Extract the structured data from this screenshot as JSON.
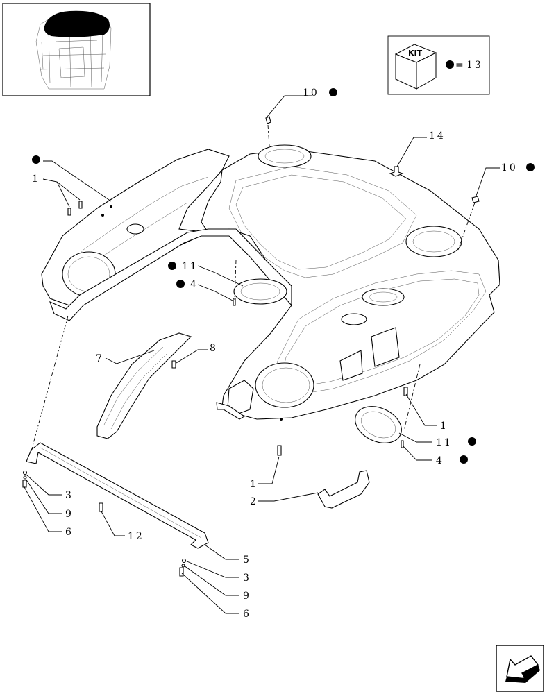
{
  "kit_legend": {
    "kit_label": "KIT",
    "equals": "=",
    "number": "13"
  },
  "callouts": [
    {
      "id": "c10a",
      "text": "10"
    },
    {
      "id": "c14",
      "text": "14"
    },
    {
      "id": "c10b",
      "text": "10"
    },
    {
      "id": "c1a",
      "text": "1"
    },
    {
      "id": "c11a",
      "text": "11"
    },
    {
      "id": "c4a",
      "text": "4"
    },
    {
      "id": "c7",
      "text": "7"
    },
    {
      "id": "c8",
      "text": "8"
    },
    {
      "id": "c1b",
      "text": "1"
    },
    {
      "id": "c11b",
      "text": "11"
    },
    {
      "id": "c4b",
      "text": "4"
    },
    {
      "id": "c1c",
      "text": "1"
    },
    {
      "id": "c2",
      "text": "2"
    },
    {
      "id": "c3a",
      "text": "3"
    },
    {
      "id": "c9a",
      "text": "9"
    },
    {
      "id": "c6a",
      "text": "6"
    },
    {
      "id": "c12",
      "text": "12"
    },
    {
      "id": "c5",
      "text": "5"
    },
    {
      "id": "c3b",
      "text": "3"
    },
    {
      "id": "c9b",
      "text": "9"
    },
    {
      "id": "c6b",
      "text": "6"
    }
  ],
  "icons": {
    "thumbnail": "cab-location-thumbnail",
    "kit_box": "kit-box-icon",
    "nav_arrow": "next-page-arrow-icon"
  }
}
